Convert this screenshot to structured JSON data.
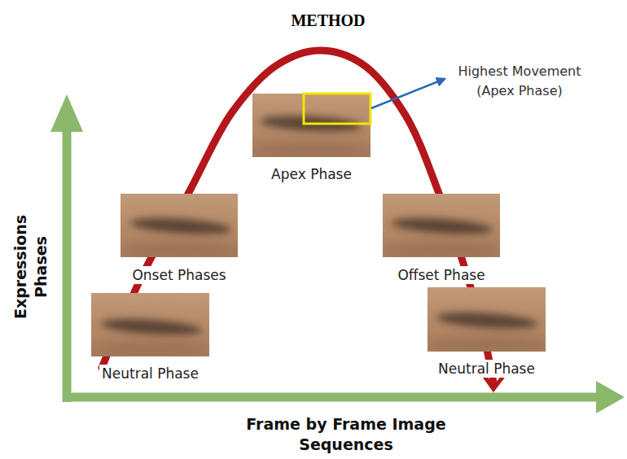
{
  "diagram": {
    "title": "METHOD",
    "nodes": [
      {
        "text": [
          "Neutral Phase"
        ]
      },
      {
        "text": [
          "Onset Phases"
        ]
      },
      {
        "text": [
          "Apex Phase"
        ]
      },
      {
        "text": [
          "Offset Phase"
        ]
      },
      {
        "text": [
          "Neutral Phase"
        ]
      }
    ],
    "labels": [
      "Highest Movement (Apex Phase)",
      "Expressions Phases",
      "Frame by Frame Image Sequences"
    ]
  }
}
